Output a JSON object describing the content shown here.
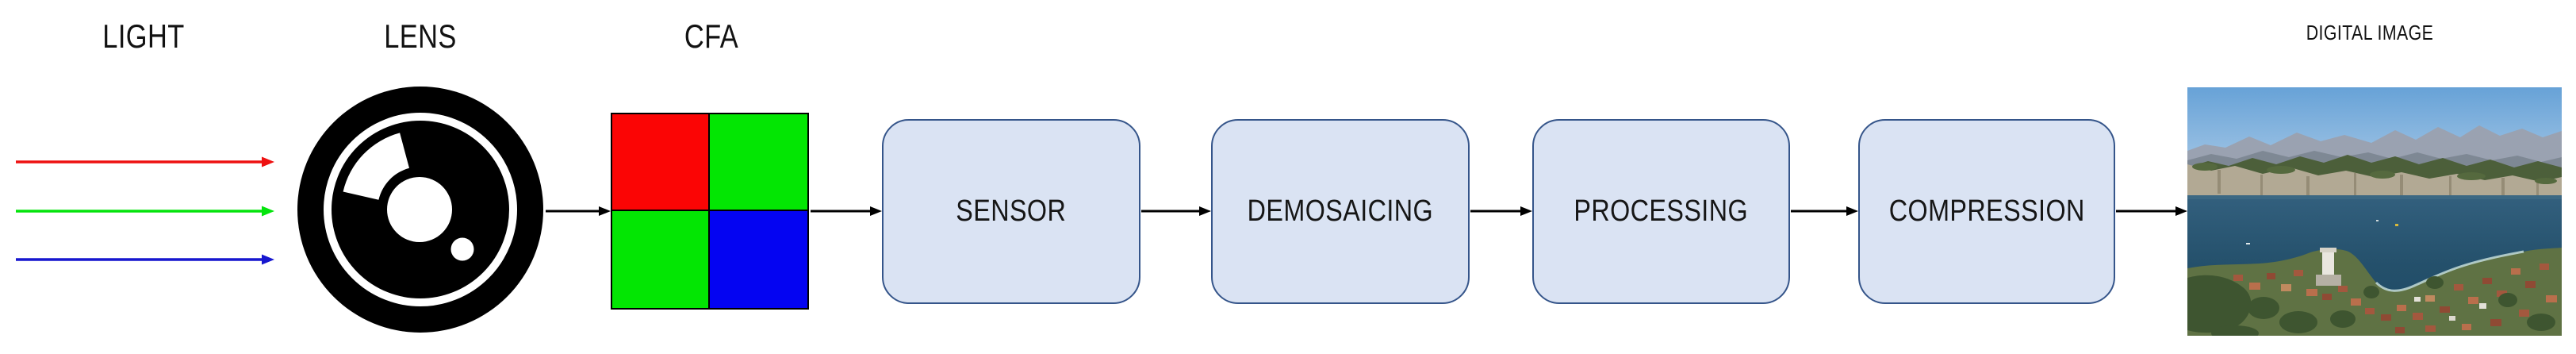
{
  "labels": {
    "light": "LIGHT",
    "lens": "LENS",
    "cfa": "CFA",
    "digital_image": "DIGITAL IMAGE"
  },
  "light": {
    "rays": [
      {
        "name": "red-light-ray",
        "color": "#ee1111"
      },
      {
        "name": "green-light-ray",
        "color": "#04e40c"
      },
      {
        "name": "blue-light-ray",
        "color": "#1717cf"
      }
    ]
  },
  "cfa": {
    "pattern": "RGGB",
    "cells": [
      {
        "name": "cfa-cell-red",
        "color": "#fb0505"
      },
      {
        "name": "cfa-cell-green-top",
        "color": "#03e603"
      },
      {
        "name": "cfa-cell-green-bottom",
        "color": "#03e603"
      },
      {
        "name": "cfa-cell-blue",
        "color": "#0404f2"
      }
    ]
  },
  "pipeline": {
    "boxes": [
      {
        "label": "SENSOR"
      },
      {
        "label": "DEMOSAICING"
      },
      {
        "label": "PROCESSING"
      },
      {
        "label": "COMPRESSION"
      }
    ],
    "box_fill": "#dae3f3",
    "box_border": "#35558a"
  },
  "connector_color": "#000000",
  "lens_icon_color": "#000000",
  "photo": {
    "name": "lake-mountains-town-photo"
  }
}
